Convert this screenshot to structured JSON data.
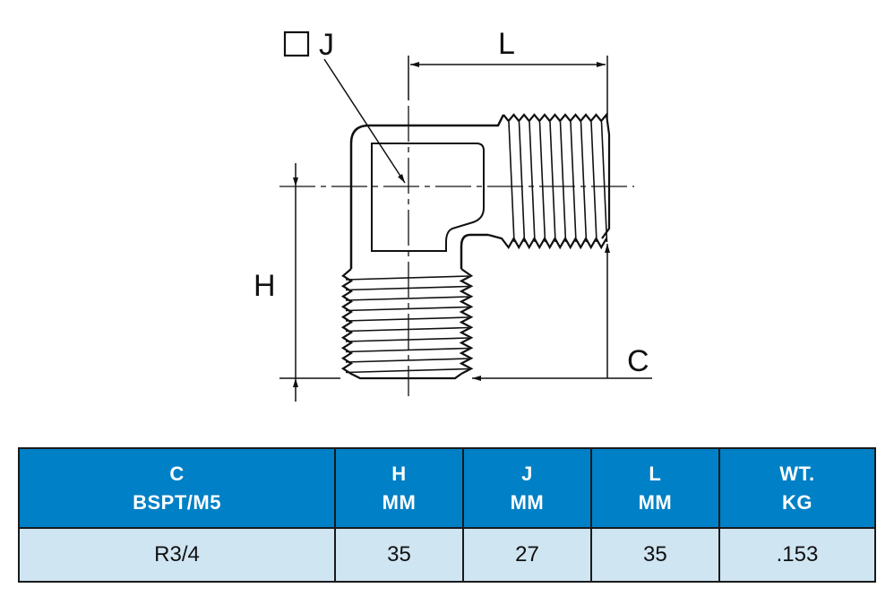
{
  "drawing": {
    "labels": {
      "j": "J",
      "l": "L",
      "h": "H",
      "c": "C"
    }
  },
  "table": {
    "headers": [
      {
        "line1": "C",
        "line2": "BSPT/M5"
      },
      {
        "line1": "H",
        "line2": "MM"
      },
      {
        "line1": "J",
        "line2": "MM"
      },
      {
        "line1": "L",
        "line2": "MM"
      },
      {
        "line1": "WT.",
        "line2": "KG"
      }
    ],
    "rows": [
      [
        "R3/4",
        "35",
        "27",
        "35",
        ".153"
      ]
    ]
  },
  "colors": {
    "header": "#0080c6",
    "row": "#cfe5f2"
  }
}
